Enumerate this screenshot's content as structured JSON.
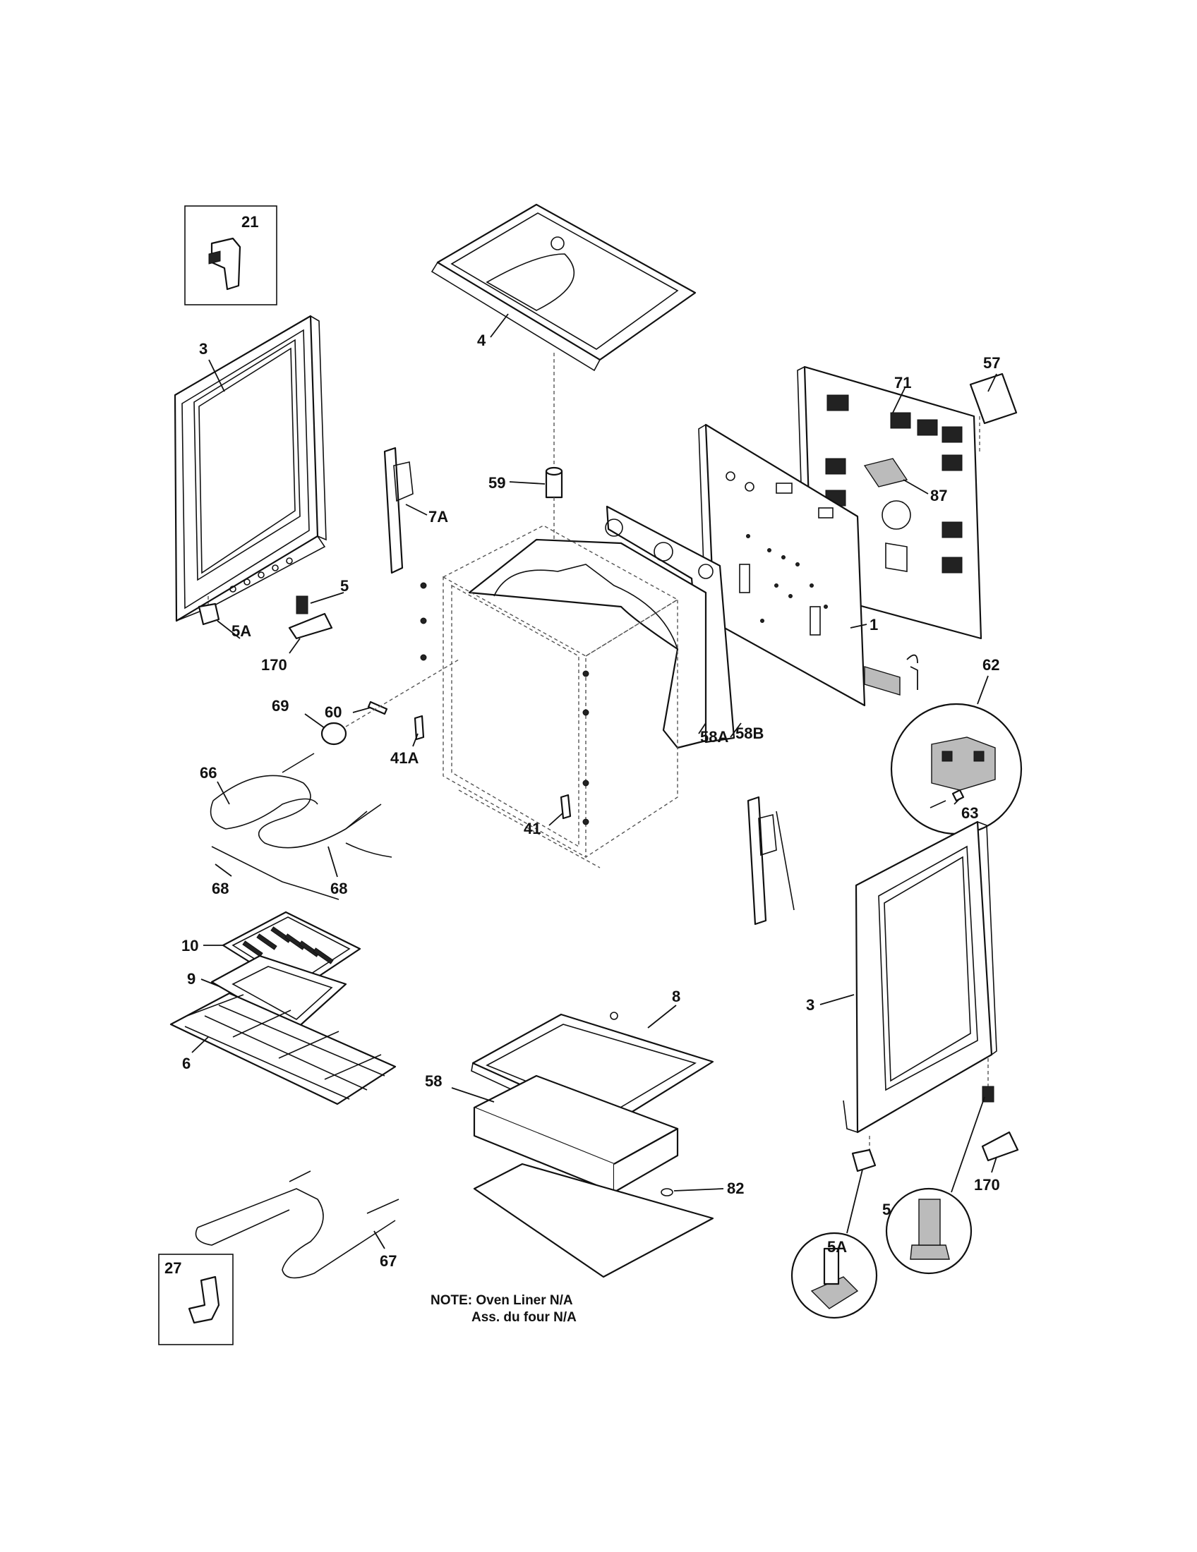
{
  "callouts": [
    {
      "id": "21",
      "text": "21"
    },
    {
      "id": "3a",
      "text": "3"
    },
    {
      "id": "4",
      "text": "4"
    },
    {
      "id": "57",
      "text": "57"
    },
    {
      "id": "71",
      "text": "71"
    },
    {
      "id": "87",
      "text": "87"
    },
    {
      "id": "59",
      "text": "59"
    },
    {
      "id": "7A",
      "text": "7A"
    },
    {
      "id": "5a",
      "text": "5"
    },
    {
      "id": "5Aa",
      "text": "5A"
    },
    {
      "id": "170a",
      "text": "170"
    },
    {
      "id": "1",
      "text": "1"
    },
    {
      "id": "62",
      "text": "62"
    },
    {
      "id": "60",
      "text": "60"
    },
    {
      "id": "69",
      "text": "69"
    },
    {
      "id": "41A",
      "text": "41A"
    },
    {
      "id": "58A",
      "text": "58A"
    },
    {
      "id": "58B",
      "text": "58B"
    },
    {
      "id": "63",
      "text": "63"
    },
    {
      "id": "66",
      "text": "66"
    },
    {
      "id": "41",
      "text": "41"
    },
    {
      "id": "68a",
      "text": "68"
    },
    {
      "id": "68b",
      "text": "68"
    },
    {
      "id": "10",
      "text": "10"
    },
    {
      "id": "9",
      "text": "9"
    },
    {
      "id": "6",
      "text": "6"
    },
    {
      "id": "8",
      "text": "8"
    },
    {
      "id": "3b",
      "text": "3"
    },
    {
      "id": "58",
      "text": "58"
    },
    {
      "id": "82",
      "text": "82"
    },
    {
      "id": "170b",
      "text": "170"
    },
    {
      "id": "5b",
      "text": "5"
    },
    {
      "id": "5Ab",
      "text": "5A"
    },
    {
      "id": "67",
      "text": "67"
    },
    {
      "id": "27",
      "text": "27"
    }
  ],
  "note": {
    "line1": "NOTE: Oven Liner N/A",
    "line2": "Ass. du four N/A"
  }
}
